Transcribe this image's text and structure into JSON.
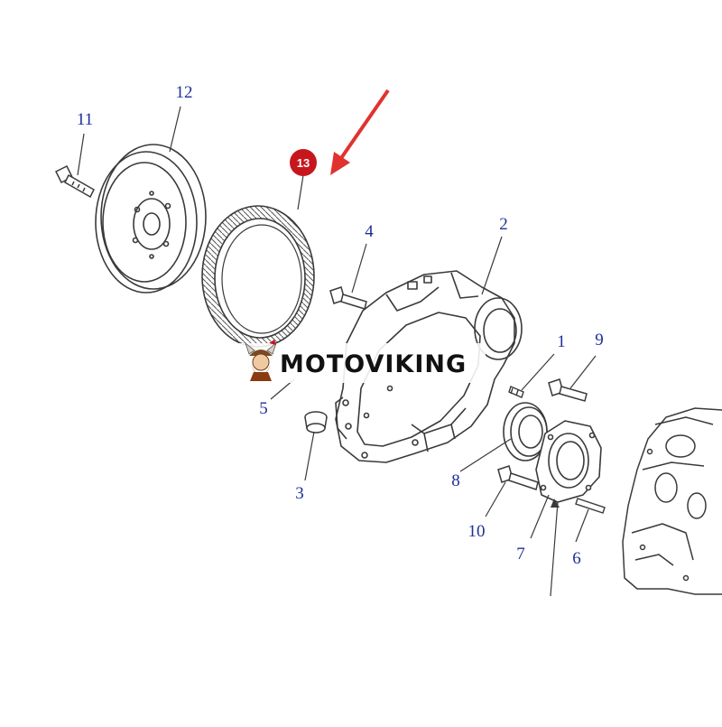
{
  "callouts": {
    "c1": "1",
    "c2": "2",
    "c3": "3",
    "c4": "4",
    "c5": "5",
    "c6": "6",
    "c7": "7",
    "c8": "8",
    "c9": "9",
    "c10": "10",
    "c11": "11",
    "c12": "12"
  },
  "highlight": {
    "label": "13",
    "badge_color": "#c8161d",
    "arrow_color": "#e0332f"
  },
  "watermark": {
    "text": "MOTOVIKING"
  },
  "colors": {
    "callout": "#1e2f9a",
    "line_art": "#3a3a3a",
    "background": "#ffffff"
  }
}
